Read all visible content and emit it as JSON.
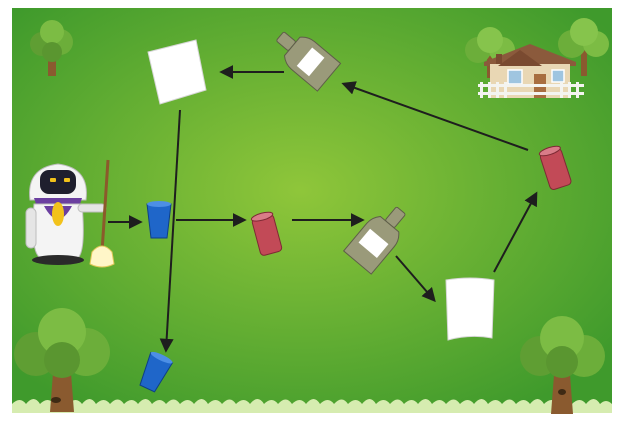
{
  "scene": {
    "background_center": "#8fc63a",
    "background_edge": "#3f9a2c",
    "border": "#ffffff"
  },
  "palette": {
    "arrow": "#1e1e1e",
    "cup": "#1f66c9",
    "can": "#c24a57",
    "bottle": "#9a9a7a",
    "paper": "#ffffff",
    "tree_leaf": "#6cae3a",
    "tree_trunk": "#8a5a2f",
    "grass": "#cfe9a6"
  },
  "objects": [
    {
      "id": "robot",
      "icon": "robot-icon"
    },
    {
      "id": "broom",
      "icon": "broom-icon"
    },
    {
      "id": "cup-1",
      "icon": "blue-cup-icon"
    },
    {
      "id": "can-1",
      "icon": "red-can-icon"
    },
    {
      "id": "bottle-1",
      "icon": "bottle-icon"
    },
    {
      "id": "paper-1",
      "icon": "paper-sheet-icon"
    },
    {
      "id": "can-2",
      "icon": "red-can-icon"
    },
    {
      "id": "bottle-2",
      "icon": "bottle-icon"
    },
    {
      "id": "paper-2",
      "icon": "paper-sheet-icon"
    },
    {
      "id": "cup-2",
      "icon": "blue-cup-icon"
    },
    {
      "id": "house",
      "icon": "house-icon"
    },
    {
      "id": "trees",
      "icon": "tree-icon"
    }
  ],
  "path_sequence": [
    "robot",
    "cup-1",
    "can-1",
    "bottle-1",
    "paper-1",
    "can-2",
    "bottle-2",
    "paper-2",
    "cup-2"
  ]
}
